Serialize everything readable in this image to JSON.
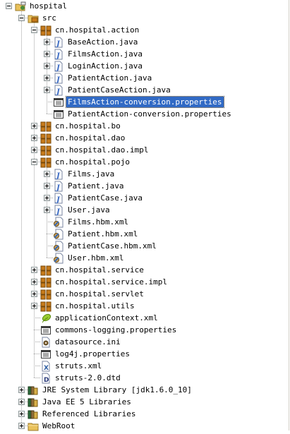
{
  "tree": {
    "nodes": [
      {
        "label": "hospital",
        "level": 0,
        "toggle": "minus",
        "icon": "project-icon"
      },
      {
        "label": "src",
        "level": 1,
        "toggle": "minus",
        "icon": "source-folder-icon"
      },
      {
        "label": "cn.hospital.action",
        "level": 2,
        "toggle": "minus",
        "icon": "package-icon"
      },
      {
        "label": "BaseAction.java",
        "level": 3,
        "toggle": "plus",
        "icon": "java-file-icon"
      },
      {
        "label": "FilmsAction.java",
        "level": 3,
        "toggle": "plus",
        "icon": "java-file-icon"
      },
      {
        "label": "LoginAction.java",
        "level": 3,
        "toggle": "plus",
        "icon": "java-file-icon"
      },
      {
        "label": "PatientAction.java",
        "level": 3,
        "toggle": "plus",
        "icon": "java-file-icon"
      },
      {
        "label": "PatientCaseAction.java",
        "level": 3,
        "toggle": "plus",
        "icon": "java-file-icon"
      },
      {
        "label": "FilmsAction-conversion.properties",
        "level": 3,
        "toggle": "none",
        "icon": "properties-file-icon",
        "selected": true
      },
      {
        "label": "PatientAction-conversion.properties",
        "level": 3,
        "toggle": "none",
        "icon": "properties-file-icon"
      },
      {
        "label": "cn.hospital.bo",
        "level": 2,
        "toggle": "plus",
        "icon": "package-icon"
      },
      {
        "label": "cn.hospital.dao",
        "level": 2,
        "toggle": "plus",
        "icon": "package-icon"
      },
      {
        "label": "cn.hospital.dao.impl",
        "level": 2,
        "toggle": "plus",
        "icon": "package-icon"
      },
      {
        "label": "cn.hospital.pojo",
        "level": 2,
        "toggle": "minus",
        "icon": "package-icon"
      },
      {
        "label": "Films.java",
        "level": 3,
        "toggle": "plus",
        "icon": "java-file-icon"
      },
      {
        "label": "Patient.java",
        "level": 3,
        "toggle": "plus",
        "icon": "java-file-icon"
      },
      {
        "label": "PatientCase.java",
        "level": 3,
        "toggle": "plus",
        "icon": "java-file-icon"
      },
      {
        "label": "User.java",
        "level": 3,
        "toggle": "plus",
        "icon": "java-file-icon"
      },
      {
        "label": "Films.hbm.xml",
        "level": 3,
        "toggle": "none",
        "icon": "hibernate-mapping-icon"
      },
      {
        "label": "Patient.hbm.xml",
        "level": 3,
        "toggle": "none",
        "icon": "hibernate-mapping-icon"
      },
      {
        "label": "PatientCase.hbm.xml",
        "level": 3,
        "toggle": "none",
        "icon": "hibernate-mapping-icon"
      },
      {
        "label": "User.hbm.xml",
        "level": 3,
        "toggle": "none",
        "icon": "hibernate-mapping-icon"
      },
      {
        "label": "cn.hospital.service",
        "level": 2,
        "toggle": "plus",
        "icon": "package-icon"
      },
      {
        "label": "cn.hospital.service.impl",
        "level": 2,
        "toggle": "plus",
        "icon": "package-icon"
      },
      {
        "label": "cn.hospital.servlet",
        "level": 2,
        "toggle": "plus",
        "icon": "package-icon"
      },
      {
        "label": "cn.hospital.utils",
        "level": 2,
        "toggle": "plus",
        "icon": "package-icon"
      },
      {
        "label": "applicationContext.xml",
        "level": 2,
        "toggle": "none",
        "icon": "spring-bean-icon"
      },
      {
        "label": "commons-logging.properties",
        "level": 2,
        "toggle": "none",
        "icon": "properties-file-icon"
      },
      {
        "label": "datasource.ini",
        "level": 2,
        "toggle": "none",
        "icon": "ini-file-icon"
      },
      {
        "label": "log4j.properties",
        "level": 2,
        "toggle": "none",
        "icon": "properties-file-icon"
      },
      {
        "label": "struts.xml",
        "level": 2,
        "toggle": "none",
        "icon": "xml-file-icon"
      },
      {
        "label": "struts-2.0.dtd",
        "level": 2,
        "toggle": "none",
        "icon": "dtd-file-icon"
      },
      {
        "label": "JRE System Library [jdk1.6.0_10]",
        "level": 1,
        "toggle": "plus",
        "icon": "library-icon"
      },
      {
        "label": "Java EE 5 Libraries",
        "level": 1,
        "toggle": "plus",
        "icon": "library-icon"
      },
      {
        "label": "Referenced Libraries",
        "level": 1,
        "toggle": "plus",
        "icon": "library-icon"
      },
      {
        "label": "WebRoot",
        "level": 1,
        "toggle": "plus",
        "icon": "folder-icon"
      }
    ]
  },
  "colors": {
    "selection": "#316ac5",
    "package": "#c77a1a",
    "folder": "#e9c15a",
    "java": "#3b6bc4",
    "library": "#8c6b3b"
  }
}
